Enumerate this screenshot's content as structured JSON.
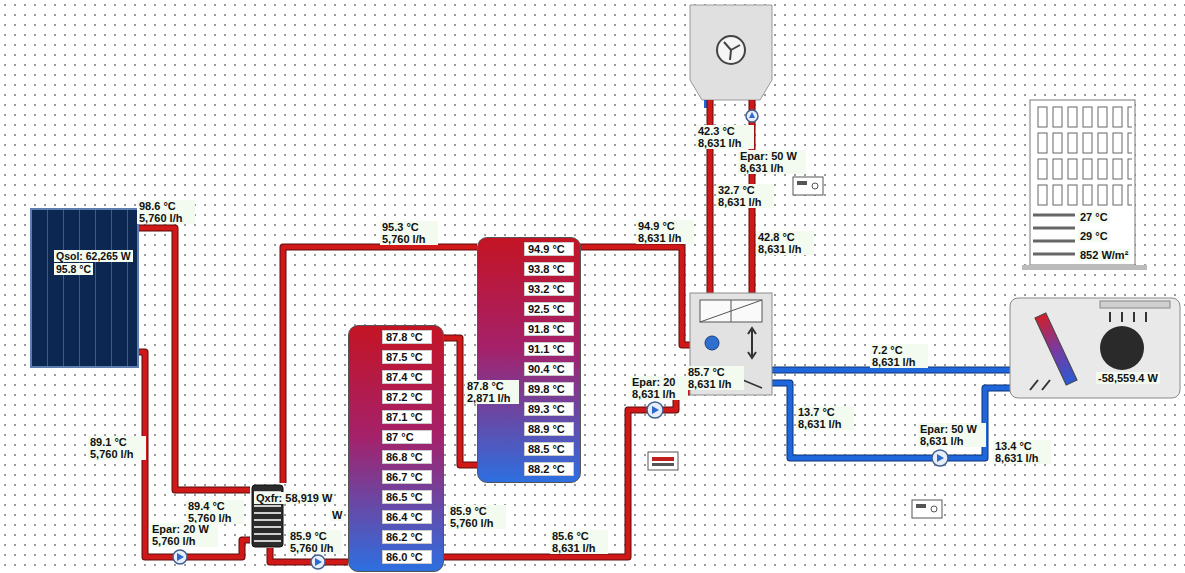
{
  "diagram": {
    "nodes": [
      {
        "text": [
          "Qsol: 62,265 W",
          "95.8 °C"
        ]
      },
      {
        "text": [
          "Qxfr: 58,919 W"
        ]
      },
      {
        "text": [
          "87.8 °C",
          "87.5 °C",
          "87.4 °C",
          "87.2 °C",
          "87.1 °C",
          "87 °C",
          "86.8 °C",
          "86.7 °C",
          "86.5 °C",
          "86.4 °C",
          "86.2 °C",
          "86.0 °C"
        ]
      },
      {
        "text": [
          "94.9 °C",
          "93.8 °C",
          "93.2 °C",
          "92.5 °C",
          "91.8 °C",
          "91.1 °C",
          "90.4 °C",
          "89.8 °C",
          "89.3 °C",
          "88.9 °C",
          "88.5 °C",
          "88.2 °C"
        ]
      },
      {
        "text": [
          "27 °C",
          "29 °C",
          "852 W/m²"
        ]
      },
      {
        "text": [
          "-58,559.4 W"
        ]
      }
    ],
    "edges": [
      {
        "from": 0,
        "to": 1,
        "arrow": "none",
        "label": "98.6 °C 5,760 l/h"
      },
      {
        "from": 1,
        "to": 0,
        "arrow": "none",
        "label": "89.1 °C 5,760 l/h"
      },
      {
        "from": 1,
        "to": 3,
        "arrow": "none",
        "label": "95.3 °C 5,760 l/h"
      },
      {
        "from": 3,
        "to": 2,
        "arrow": "none",
        "label": "87.8 °C 2,871 l/h"
      },
      {
        "from": 2,
        "to": 1,
        "arrow": "none",
        "label": "85.9 °C 5,760 l/h"
      }
    ],
    "labels": [
      "89.4 °C 5,760 l/h",
      "Epar: 20 W 5,760 l/h",
      "85.9 °C 5,760 l/h",
      "W",
      "94.9 °C 8,631 l/h",
      "85.6 °C 8,631 l/h",
      "Epar: 20 8,631 l/h",
      "85.7 °C 8,631 l/h",
      "42.3 °C 8,631 l/h",
      "Epar: 50 W 8,631 l/h",
      "32.7 °C 8,631 l/h",
      "42.8 °C 8,631 l/h",
      "7.2 °C 8,631 l/h",
      "13.7 °C 8,631 l/h",
      "Epar: 50 W 8,631 l/h",
      "13.4 °C 8,631 l/h"
    ]
  }
}
